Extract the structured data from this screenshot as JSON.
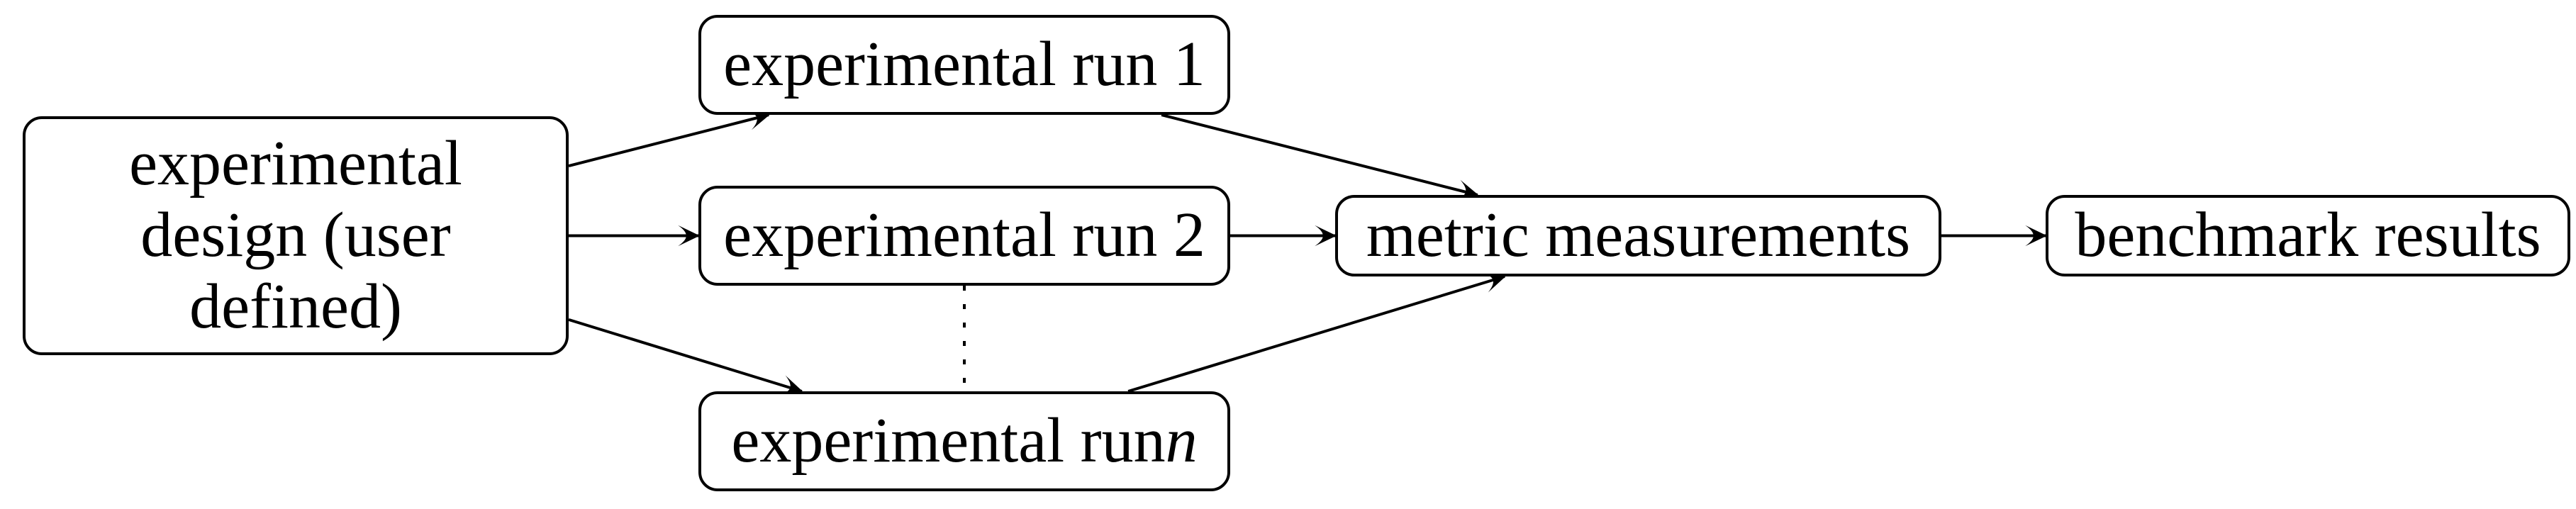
{
  "diagram": {
    "nodes": {
      "design": {
        "label": "experimental\ndesign (user\ndefined)"
      },
      "run1": {
        "label": "experimental run 1"
      },
      "run2": {
        "label": "experimental run 2"
      },
      "run_n": {
        "label": "experimental run",
        "italic_suffix": "n"
      },
      "metric": {
        "label": "metric measurements"
      },
      "benchmark": {
        "label": "benchmark results"
      }
    },
    "edges": [
      {
        "from": "design",
        "to": "run1",
        "style": "solid",
        "arrow": true
      },
      {
        "from": "design",
        "to": "run2",
        "style": "solid",
        "arrow": true
      },
      {
        "from": "design",
        "to": "run_n",
        "style": "solid",
        "arrow": true
      },
      {
        "from": "run1",
        "to": "metric",
        "style": "solid",
        "arrow": true
      },
      {
        "from": "run2",
        "to": "metric",
        "style": "solid",
        "arrow": true
      },
      {
        "from": "run_n",
        "to": "metric",
        "style": "solid",
        "arrow": true
      },
      {
        "from": "metric",
        "to": "benchmark",
        "style": "solid",
        "arrow": true
      },
      {
        "from": "run2",
        "to": "run_n",
        "style": "dotted",
        "arrow": false
      }
    ],
    "colors": {
      "stroke": "#000000",
      "background": "#ffffff"
    }
  }
}
